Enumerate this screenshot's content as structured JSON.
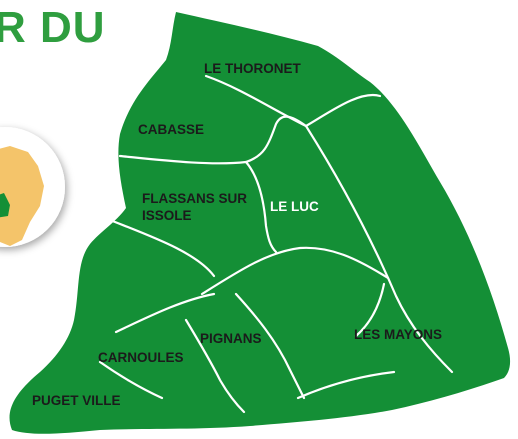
{
  "title": {
    "text": "R DU",
    "color": "#2f9e3f"
  },
  "colors": {
    "territory": "#148f36",
    "border": "#ffffff",
    "label": "#1b1b1b",
    "label_highlight": "#ffffff",
    "inset_region": "#f4c46a",
    "inset_highlight": "#148f36"
  },
  "communes": [
    {
      "name": "LE THORONET"
    },
    {
      "name": "CABASSE"
    },
    {
      "name": "FLASSANS SUR",
      "name_line2": "ISSOLE"
    },
    {
      "name": "LE LUC",
      "highlight": true
    },
    {
      "name": "PIGNANS"
    },
    {
      "name": "LES MAYONS"
    },
    {
      "name": "CARNOULES"
    },
    {
      "name": "PUGET VILLE"
    }
  ]
}
